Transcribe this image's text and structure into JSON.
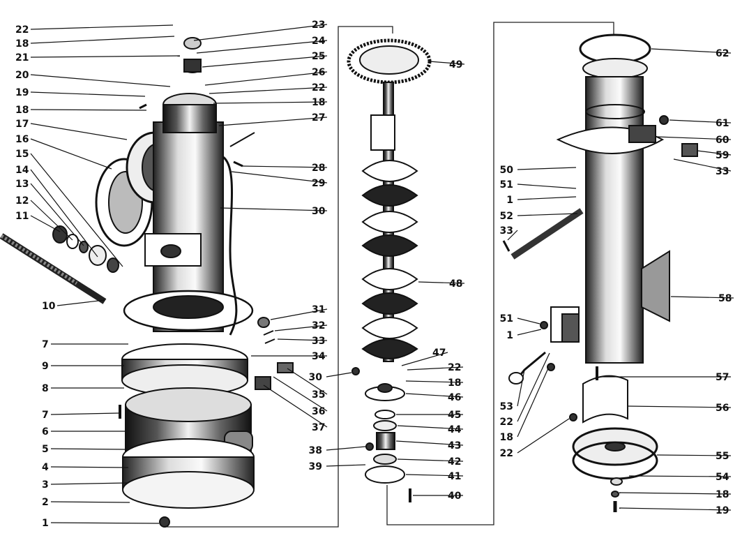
{
  "figure": {
    "labels_left": [
      "22",
      "18",
      "21",
      "20",
      "19",
      "18",
      "17",
      "16",
      "15",
      "14",
      "13",
      "12",
      "11",
      "10",
      "7",
      "9",
      "8",
      "7",
      "6",
      "5",
      "4",
      "3",
      "2",
      "1"
    ],
    "labels_center_top": [
      "23",
      "24",
      "25",
      "26",
      "22",
      "18",
      "27",
      "28",
      "29",
      "30",
      "31",
      "32",
      "33",
      "34",
      "35",
      "36",
      "37"
    ],
    "labels_auger": [
      "49",
      "48",
      "47",
      "22",
      "18",
      "46",
      "45",
      "44",
      "43",
      "42",
      "41",
      "40",
      "30",
      "38",
      "39"
    ],
    "labels_tube": [
      "62",
      "61",
      "60",
      "59",
      "33",
      "50",
      "51",
      "1",
      "52",
      "33",
      "58",
      "51",
      "1",
      "57",
      "56",
      "53",
      "22",
      "18",
      "22",
      "55",
      "54",
      "18",
      "19"
    ]
  }
}
